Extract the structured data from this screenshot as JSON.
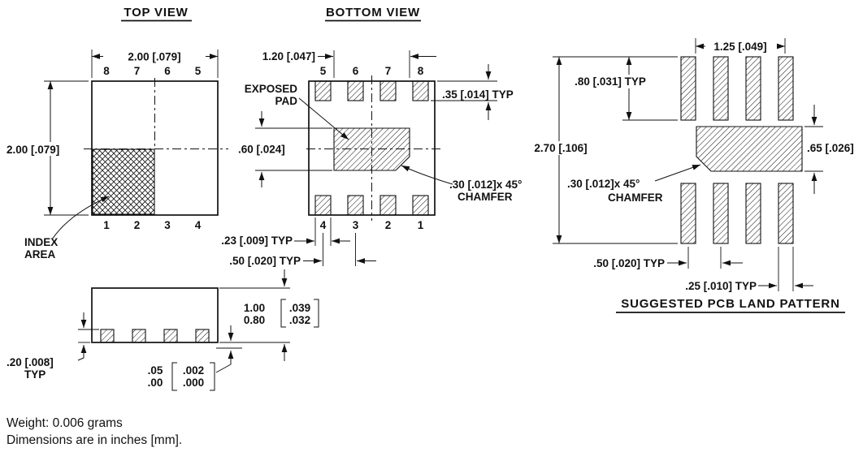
{
  "drawing": {
    "top_view": {
      "title": "TOP VIEW",
      "dim_width": "2.00 [.079]",
      "dim_height": "2.00 [.079]",
      "pins_top": [
        "8",
        "7",
        "6",
        "5"
      ],
      "pins_bottom": [
        "1",
        "2",
        "3",
        "4"
      ],
      "index_label_line1": "INDEX",
      "index_label_line2": "AREA"
    },
    "bottom_view": {
      "title": "BOTTOM VIEW",
      "dim_exposed_pad_width": "1.20 [.047]",
      "exposed_pad_line1": "EXPOSED",
      "exposed_pad_line2": "PAD",
      "dim_lead_length": ".35 [.014] TYP",
      "dim_exposed_pad_height": ".60 [.024]",
      "dim_chamfer": ".30 [.012]x 45°",
      "chamfer_label": "CHAMFER",
      "pins_top": [
        "5",
        "6",
        "7",
        "8"
      ],
      "pins_bottom": [
        "4",
        "3",
        "2",
        "1"
      ],
      "dim_lead_width": ".23 [.009] TYP",
      "dim_lead_pitch": ".50 [.020] TYP"
    },
    "side_view": {
      "dim_height_max": "1.00",
      "dim_height_min": "0.80",
      "dim_height_max_in": ".039",
      "dim_height_min_in": ".032",
      "dim_lead_thickness": ".20 [.008]",
      "dim_lead_thickness_typ": "TYP",
      "dim_standoff_max": ".05",
      "dim_standoff_min": ".00",
      "dim_standoff_max_in": ".002",
      "dim_standoff_min_in": ".000"
    },
    "land_pattern": {
      "title": "SUGGESTED PCB LAND PATTERN",
      "dim_pad_span": "1.25 [.049]",
      "dim_pad_length": ".80 [.031] TYP",
      "dim_overall_height": "2.70 [.106]",
      "dim_center_pad_height": ".65 [.026]",
      "dim_chamfer": ".30 [.012]x 45°",
      "chamfer_label": "CHAMFER",
      "dim_pad_pitch": ".50 [.020] TYP",
      "dim_pad_width": ".25 [.010] TYP"
    },
    "notes": {
      "weight": "Weight: 0.006 grams",
      "units": "Dimensions are in inches [mm]."
    }
  }
}
